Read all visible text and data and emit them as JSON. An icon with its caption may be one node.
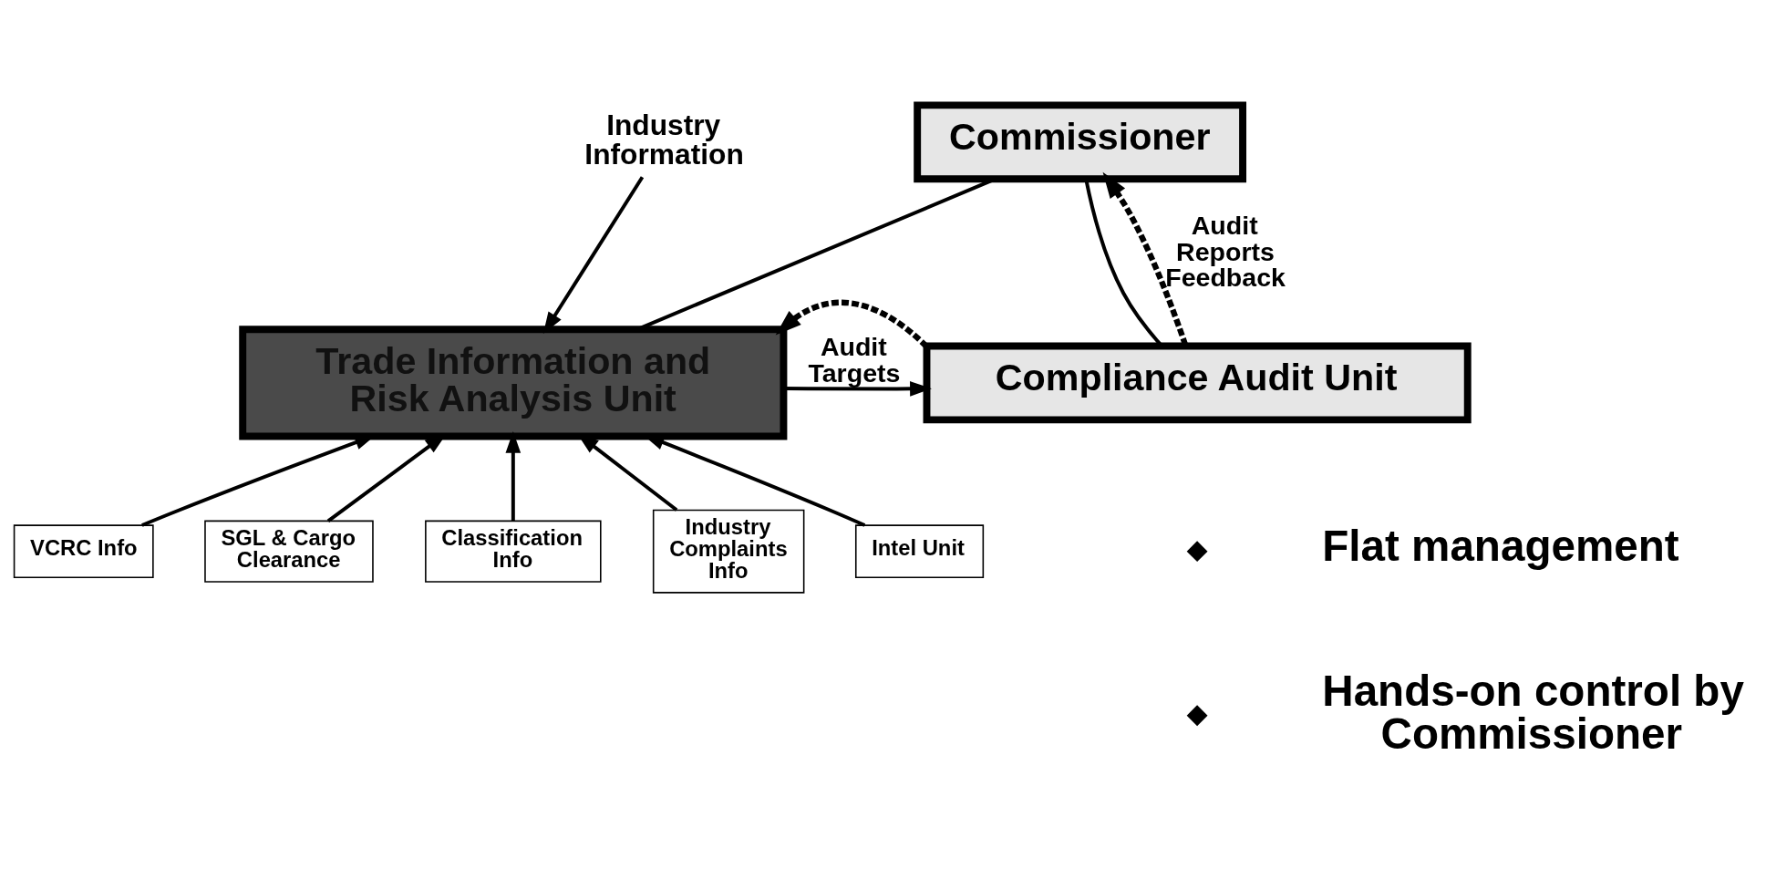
{
  "diagram": {
    "nodes": [
      {
        "text": [
          "Commissioner"
        ]
      },
      {
        "text": [
          "Trade Information and Risk Analysis Unit"
        ]
      },
      {
        "text": [
          "Compliance Audit Unit"
        ]
      },
      {
        "text": [
          "Industry Information"
        ]
      },
      {
        "text": [
          "Intel Unit"
        ]
      },
      {
        "text": [
          "VCRC Info"
        ]
      },
      {
        "text": [
          "SGL & Cargo Clearance"
        ]
      },
      {
        "text": [
          "Classification Info"
        ]
      },
      {
        "text": [
          "Industry Complaints Info"
        ]
      }
    ],
    "edges": [
      {
        "from": 0,
        "to": 1,
        "arrow": "none"
      },
      {
        "from": 0,
        "to": 2,
        "arrow": "none"
      },
      {
        "from": 1,
        "to": 2,
        "arrow": "to",
        "label": "Audit Targets"
      },
      {
        "from": 2,
        "to": 1,
        "arrow": "to",
        "style": "dashed"
      },
      {
        "from": 2,
        "to": 0,
        "arrow": "to",
        "style": "dashed",
        "label": "Audit Reports Feedback"
      },
      {
        "from": 3,
        "to": 1,
        "arrow": "to"
      },
      {
        "from": 4,
        "to": 1,
        "arrow": "to"
      },
      {
        "from": 5,
        "to": 1,
        "arrow": "to"
      },
      {
        "from": 6,
        "to": 1,
        "arrow": "to"
      },
      {
        "from": 7,
        "to": 1,
        "arrow": "to"
      },
      {
        "from": 8,
        "to": 1,
        "arrow": "to"
      }
    ],
    "labels": [
      "Flat management",
      "Hands-on control by Commissioner"
    ]
  }
}
